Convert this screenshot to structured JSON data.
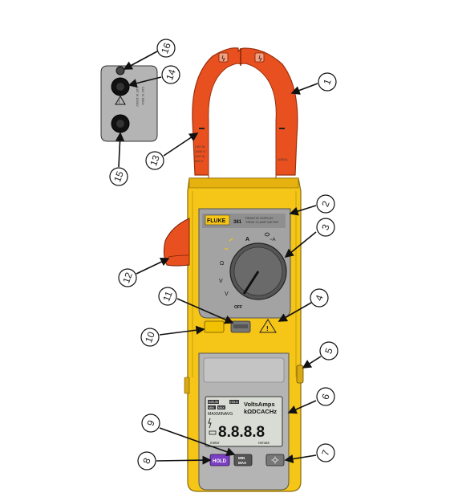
{
  "clamp": {
    "cat_rating_lines": [
      "CAT III",
      "1000 V",
      "CAT IV",
      "600 V"
    ],
    "current_rating": "1000 A"
  },
  "connector": {
    "rating_lines": [
      "CAT III 1000V",
      "CAT IV 600V"
    ]
  },
  "faceplate": {
    "brand": "FLUKE",
    "model": "381",
    "description_lines": [
      "REMOTE DISPLAY",
      "TRMS CLAMP METER"
    ]
  },
  "dial": {
    "label_amps": "A",
    "label_flex": "~A",
    "label_ohm": "Ω",
    "label_volts_dc": "V",
    "label_volts_ac": "V",
    "label_off": "OFF"
  },
  "buttons": {
    "hold": "HOLD",
    "minmax_line1": "MIN",
    "minmax_line2": "MAX"
  },
  "display": {
    "top_tags": [
      "INRUSH",
      "HOLD"
    ],
    "minmax_tags": [
      "MIN",
      "MAX"
    ],
    "units_row1": "VoltsAmps",
    "units_row2": "kΩDCACHz",
    "mode_row": "MAXMINAVG",
    "digits": "8.8.8.8",
    "bottom_left": "meter",
    "bottom_right": "remote"
  },
  "callouts": [
    "1",
    "2",
    "3",
    "4",
    "5",
    "6",
    "7",
    "8",
    "9",
    "10",
    "11",
    "12",
    "13",
    "14",
    "15",
    "16"
  ],
  "colors": {
    "jaw": "#e8501f",
    "jaw_dark": "#c43c14",
    "body": "#f5c518",
    "body_dark": "#d9a90f",
    "panel": "#9a9a9a",
    "panel_dark": "#6e6e6e",
    "display": "#d9dcd4",
    "hold": "#7b3fc4",
    "yellow_key": "#f2c200"
  }
}
